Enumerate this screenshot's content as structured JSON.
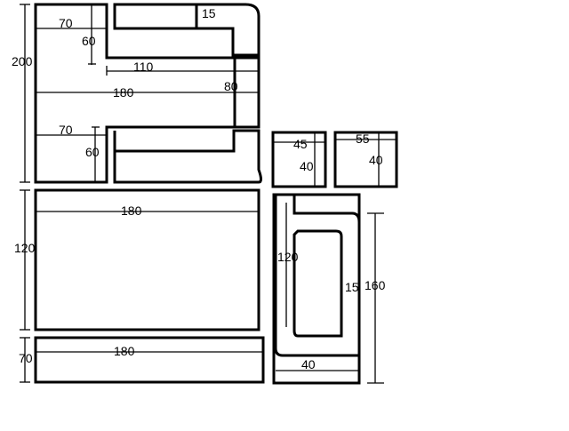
{
  "labels": {
    "top_left_70": "70",
    "top_left_60": "60",
    "top_15": "15",
    "left_200": "200",
    "mid_110": "110",
    "mid_180": "180",
    "mid_80": "80",
    "lower_left_70": "70",
    "lower_left_60": "60",
    "box_45": "45",
    "box_40_a": "40",
    "box_55": "55",
    "box_40_b": "40",
    "left_120": "120",
    "panel_180": "180",
    "left_70": "70",
    "bottom_180": "180",
    "right_120": "120",
    "right_15": "15",
    "right_160": "160",
    "right_40": "40"
  }
}
